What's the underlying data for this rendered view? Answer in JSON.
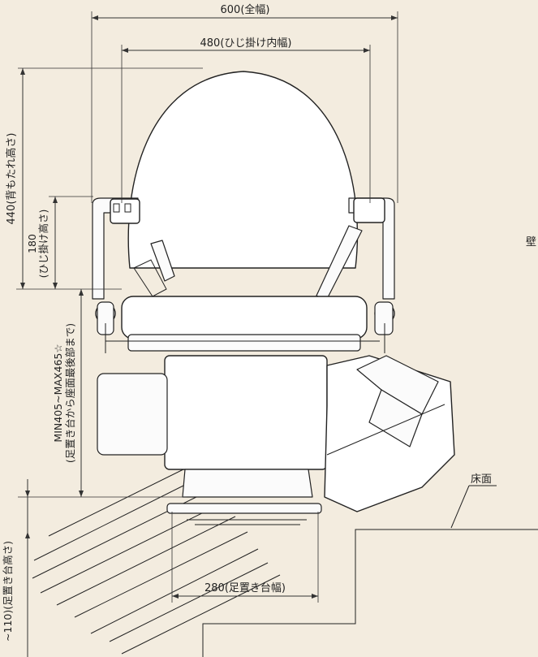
{
  "dimensions": {
    "overall_width": "600(全幅)",
    "armrest_inner_width": "480(ひじ掛け内幅)",
    "backrest_height": "440(背もたれ高さ)",
    "armrest_height_value": "180",
    "armrest_height_note": "(ひじ掛け高さ)",
    "seat_height_range": "MIN405~MAX465☆",
    "seat_height_note": "(足置き台から座面最後部まで)",
    "footrest_width": "280(足置き台幅)",
    "footrest_height": "~110)(足置き台高さ)"
  },
  "labels": {
    "floor": "床面",
    "wall": "壁"
  }
}
